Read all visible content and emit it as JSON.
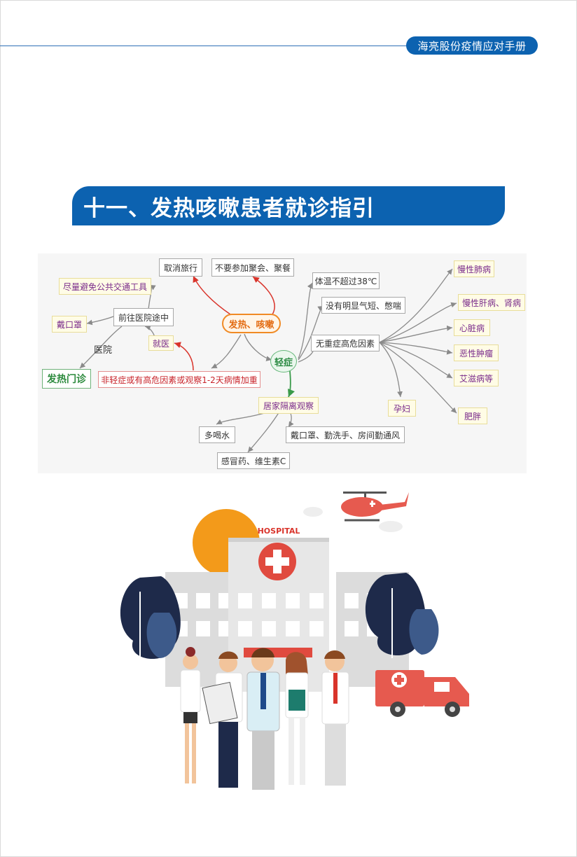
{
  "header": {
    "tag": "海亮股份疫情应对手册"
  },
  "section": {
    "title": "十一、发热咳嗽患者就诊指引"
  },
  "flow": {
    "center": "发热、咳嗽",
    "mild": "轻症",
    "cancel_travel": "取消旅行",
    "no_gathering": "不要参加聚会、聚餐",
    "avoid_transit": "尽量避免公共交通工具",
    "way_to_hospital": "前往医院途中",
    "mask": "戴口罩",
    "hospital": "医院",
    "visit": "就医",
    "fever_clinic": "发热门诊",
    "condition": "非轻症或有高危因素或观察1-2天病情加重",
    "temp": "体温不超过38℃",
    "no_breath": "没有明显气短、憋喘",
    "no_risk": "无重症高危因素",
    "risks": [
      "慢性肺病",
      "慢性肝病、肾病",
      "心脏病",
      "恶性肿瘤",
      "艾滋病等",
      "孕妇",
      "肥胖"
    ],
    "home_isolation": "居家隔离观察",
    "drink_water": "多喝水",
    "hygiene": "戴口罩、勤洗手、房间勤通风",
    "medicine": "感冒药、维生素C"
  },
  "illustration": {
    "hospital_sign": "HOSPITAL"
  },
  "colors": {
    "brand": "#0c62b0",
    "red_arrow": "#d9342b",
    "orange": "#f08a24",
    "green": "#3a9a4a"
  }
}
